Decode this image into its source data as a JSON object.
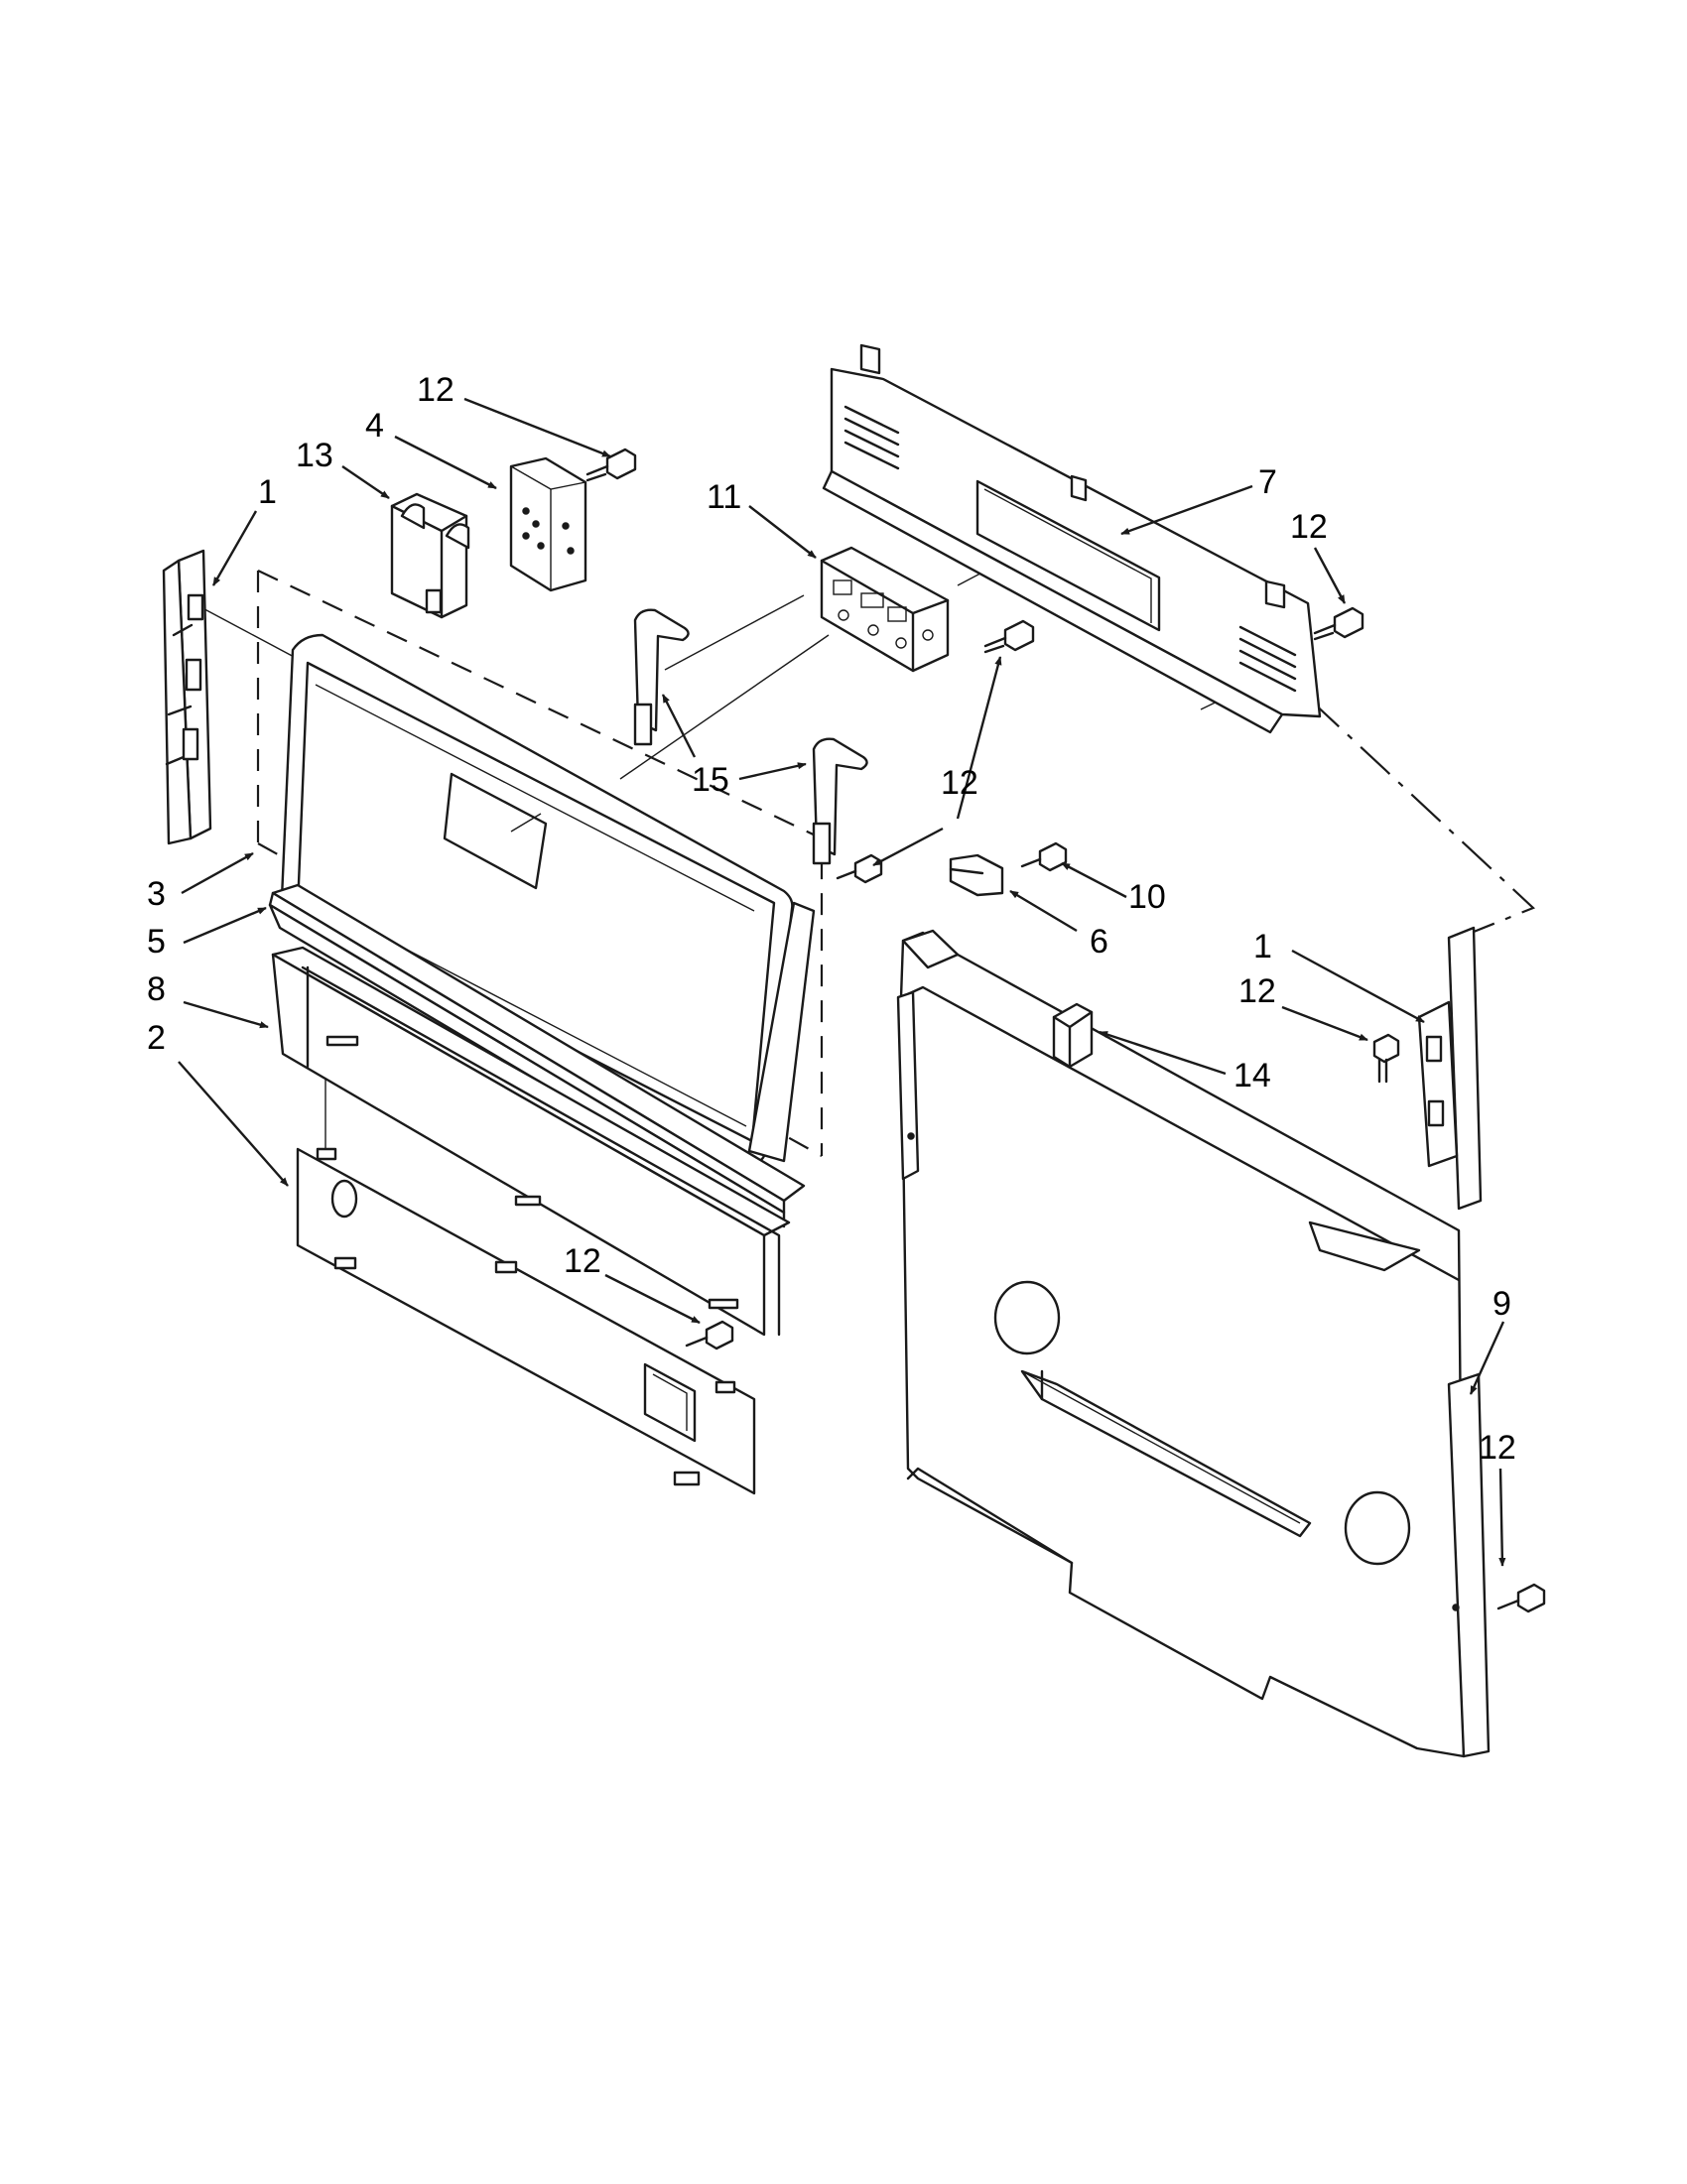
{
  "diagram": {
    "callouts": [
      {
        "id": "c1",
        "label": "12"
      },
      {
        "id": "c2",
        "label": "4"
      },
      {
        "id": "c3",
        "label": "13"
      },
      {
        "id": "c4",
        "label": "1"
      },
      {
        "id": "c5",
        "label": "11"
      },
      {
        "id": "c6",
        "label": "7"
      },
      {
        "id": "c7",
        "label": "12"
      },
      {
        "id": "c8",
        "label": "15"
      },
      {
        "id": "c9",
        "label": "12"
      },
      {
        "id": "c10",
        "label": "3"
      },
      {
        "id": "c11",
        "label": "5"
      },
      {
        "id": "c12",
        "label": "8"
      },
      {
        "id": "c13",
        "label": "2"
      },
      {
        "id": "c14",
        "label": "10"
      },
      {
        "id": "c15",
        "label": "6"
      },
      {
        "id": "c16",
        "label": "1"
      },
      {
        "id": "c17",
        "label": "12"
      },
      {
        "id": "c18",
        "label": "14"
      },
      {
        "id": "c19",
        "label": "12"
      },
      {
        "id": "c20",
        "label": "9"
      },
      {
        "id": "c21",
        "label": "12"
      }
    ]
  }
}
